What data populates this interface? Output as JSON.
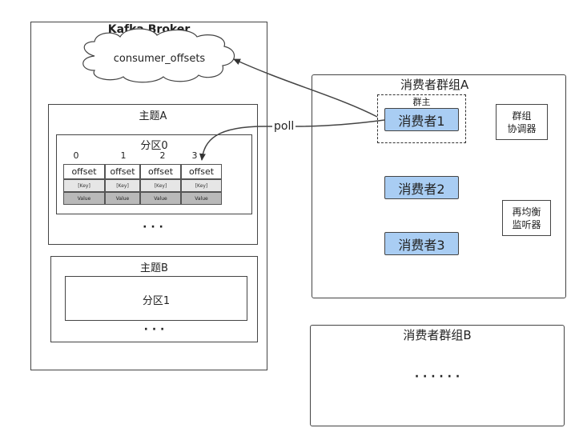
{
  "broker": {
    "title": "Kafka Broker",
    "cloud_label": "consumer_offsets"
  },
  "topicA": {
    "title": "主题A",
    "partition": {
      "title": "分区0",
      "indices": [
        "0",
        "1",
        "2",
        "3"
      ],
      "cells": [
        {
          "offset": "offset",
          "key": "[Key]",
          "value": "Value"
        },
        {
          "offset": "offset",
          "key": "[Key]",
          "value": "Value"
        },
        {
          "offset": "offset",
          "key": "[Key]",
          "value": "Value"
        },
        {
          "offset": "offset",
          "key": "[Key]",
          "value": "Value"
        }
      ]
    },
    "ellipsis": "· · ·"
  },
  "topicB": {
    "title": "主题B",
    "partition_title": "分区1",
    "ellipsis": "· · ·"
  },
  "poll_label": "poll",
  "groupA": {
    "title": "消费者群组A",
    "leader_label": "群主",
    "consumers": [
      "消费者1",
      "消费者2",
      "消费者3"
    ],
    "coordinator": [
      "群组",
      "协调器"
    ],
    "rebalance": [
      "再均衡",
      "监听器"
    ]
  },
  "groupB": {
    "title": "消费者群组B",
    "ellipsis": "· · · · · ·"
  },
  "colors": {
    "consumer_fill": "#a9cdf3",
    "border": "#444444",
    "value_fill": "#b9b9b9",
    "key_fill": "#e6e6e6"
  }
}
